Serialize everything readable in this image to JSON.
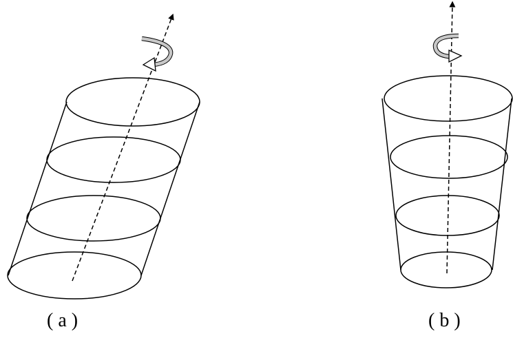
{
  "figure": {
    "panels": [
      {
        "id": "a",
        "label": "( a )",
        "shape": "oblique-cylinder",
        "layers": 4,
        "rotation_arrow_color": "#c8c8c8"
      },
      {
        "id": "b",
        "label": "( b )",
        "shape": "tapered-cylinder",
        "layers": 4,
        "rotation_arrow_color": "#c8c8c8"
      }
    ],
    "line_color": "#000000"
  }
}
